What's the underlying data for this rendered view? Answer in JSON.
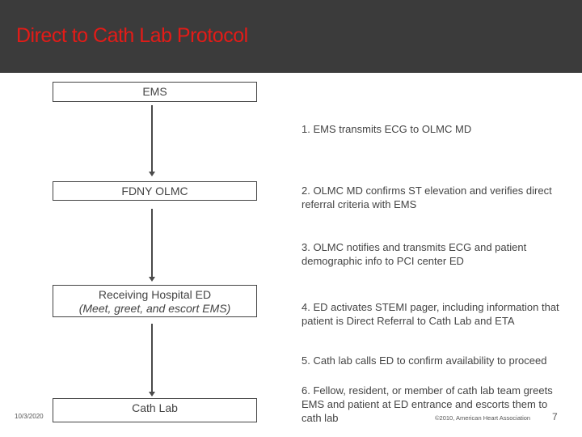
{
  "header": {
    "title": "Direct to Cath Lab Protocol"
  },
  "boxes": {
    "ems": "EMS",
    "olmc": "FDNY OLMC",
    "receiving_line1": "Receiving Hospital ED",
    "receiving_line2": "(Meet, greet, and escort EMS)",
    "cathlab": "Cath Lab"
  },
  "steps": [
    "1. EMS transmits ECG to OLMC MD",
    "2. OLMC MD confirms ST elevation and verifies direct referral criteria with EMS",
    "3. OLMC notifies and transmits ECG and patient demographic info to PCI center ED",
    "4. ED activates STEMI pager, including information that patient is Direct Referral to Cath Lab and ETA",
    "5. Cath lab calls ED to confirm availability to proceed",
    "6. Fellow, resident, or member of cath lab team greets EMS and patient at ED entrance and escorts them to cath lab"
  ],
  "footer": {
    "date": "10/3/2020",
    "copyright": "©2010, American Heart Association",
    "page_number": "7"
  }
}
